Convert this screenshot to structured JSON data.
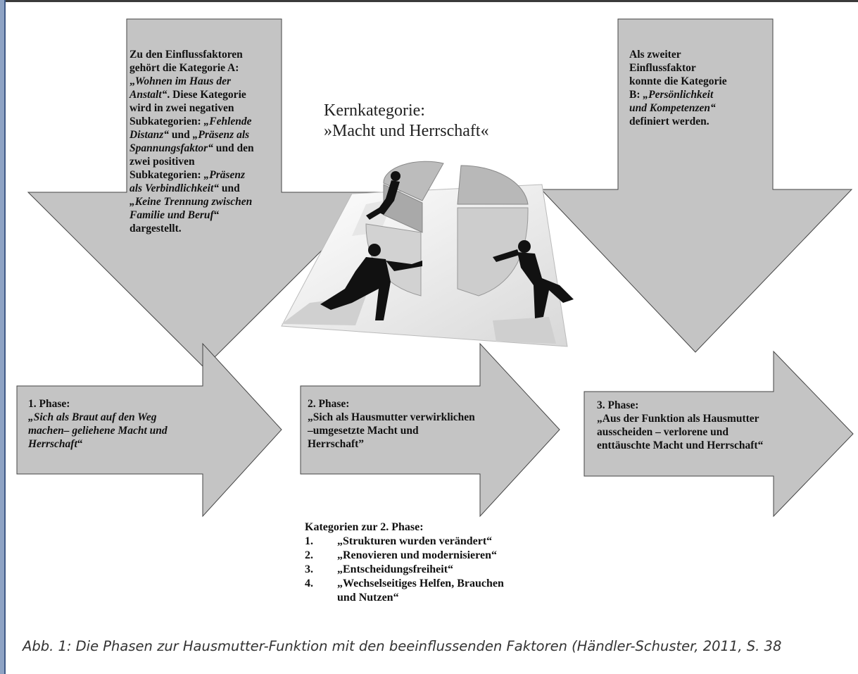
{
  "core": {
    "line1": "Kernkategorie:",
    "line2": "»Macht und Herrschaft«"
  },
  "factor_a": {
    "t1": "Zu den Einflussfaktoren",
    "t2": "gehört die Kategorie A:",
    "t3": "„",
    "t4": "Wohnen im Haus der",
    "t5": "Anstalt“",
    "t6": ". Diese Kategorie",
    "t7": "wird in zwei negativen",
    "t8": "Subkategorien: ",
    "t9": "„Fehlende",
    "t10": "Distanz“",
    "t11": " und ",
    "t12": "„Präsenz als",
    "t13": "Spannungsfaktor“",
    "t14": " und den",
    "t15": "zwei positiven",
    "t16": "Subkategorien: ",
    "t17": "„Präsenz",
    "t18": "als Verbindlichkeit“",
    "t19": " und",
    "t20": "„Keine Trennung zwischen",
    "t21": "Familie und Beruf",
    "t22": "“",
    "t23": "dargestellt."
  },
  "factor_b": {
    "t1": "Als zweiter",
    "t2": "Einflussfaktor",
    "t3": "konnte die Kategorie",
    "t4": "B: ",
    "t5": "„Persönlichkeit",
    "t6": "und Kompetenzen“",
    "t7": "definiert werden."
  },
  "phase1": {
    "title": "1. Phase:",
    "l1": "„Sich als Braut auf den Weg",
    "l2": "machen– geliehene Macht und",
    "l3": "Herrschaft",
    "l3b": "“"
  },
  "phase2": {
    "title": "2. Phase:",
    "l1": "„Sich als Hausmutter verwirklichen",
    "l2": "–umgesetzte Macht und",
    "l3": "Herrschaft”"
  },
  "phase3": {
    "title": "3. Phase:",
    "l1": "„Aus der Funktion als Hausmutter",
    "l2": "ausscheiden – verlorene und",
    "l3": "enttäuschte Macht und Herrschaft“"
  },
  "categories": {
    "heading": "Kategorien zur 2. Phase:",
    "items": [
      {
        "num": "1.",
        "text": "„Strukturen wurden verändert“"
      },
      {
        "num": "2.",
        "text": "„Renovieren und modernisieren“"
      },
      {
        "num": "3.",
        "text": "„Entscheidungsfreiheit“"
      },
      {
        "num": "4.",
        "text": "„Wechselseitiges Helfen, Brauchen"
      }
    ],
    "item4_cont": "und Nutzen“"
  },
  "caption": "Abb. 1: Die Phasen zur Hausmutter-Funktion mit den beeinflussenden Faktoren (Händler-Schuster, 2011, S. 38"
}
